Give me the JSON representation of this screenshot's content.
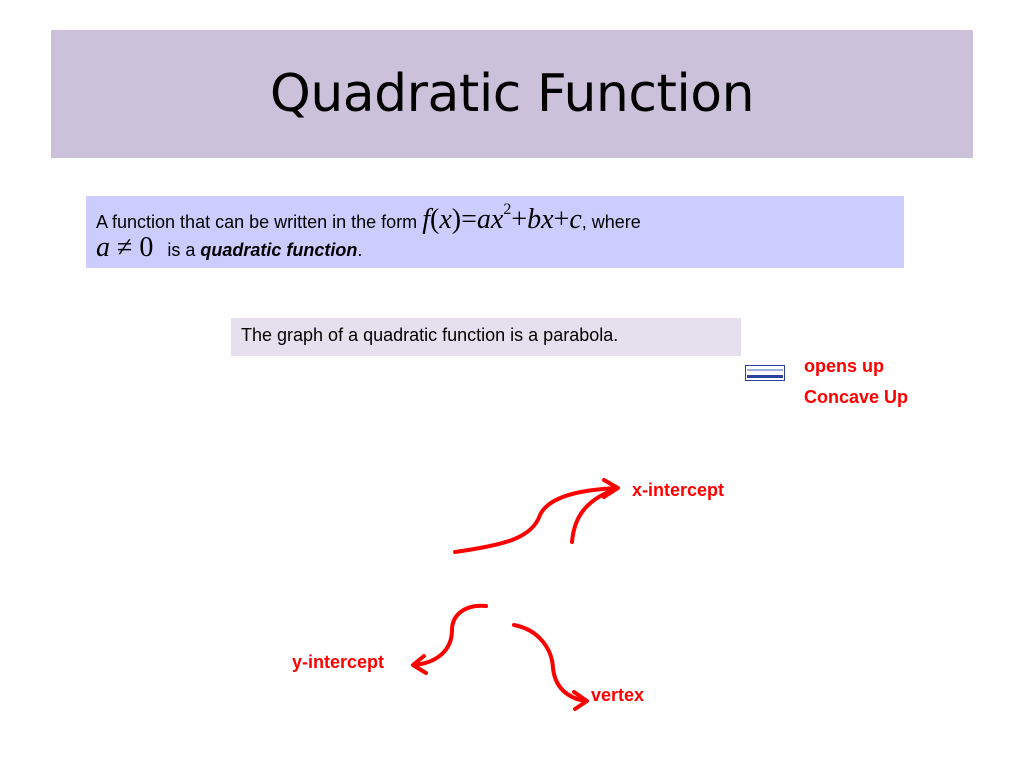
{
  "slide": {
    "title": "Quadratic Function",
    "definition": {
      "text_before": "A function that can be written in the form",
      "formula_f": "f",
      "formula_paren_open": "(",
      "formula_x": "x",
      "formula_paren_close": ")",
      "formula_eq": "=",
      "formula_ax": "ax",
      "formula_exp": "2",
      "formula_plus1": "+",
      "formula_bx": "bx",
      "formula_plus2": "+",
      "formula_c": "c",
      "text_after": ", where",
      "condition_a": "a",
      "condition_neq": "≠",
      "condition_zero": "0",
      "text_is_a": "is a",
      "emphasis": "quadratic function",
      "period": "."
    },
    "parabola_statement": "The graph of a quadratic function is a parabola.",
    "labels": {
      "opens_up": "opens up",
      "concave_up": "Concave Up",
      "x_intercept": "x-intercept",
      "y_intercept": "y-intercept",
      "vertex": "vertex"
    },
    "colors": {
      "title_background": "#ccc1da",
      "definition_background": "#ccccff",
      "statement_background": "#e6e0ee",
      "annotation_red": "#ff0000"
    }
  }
}
